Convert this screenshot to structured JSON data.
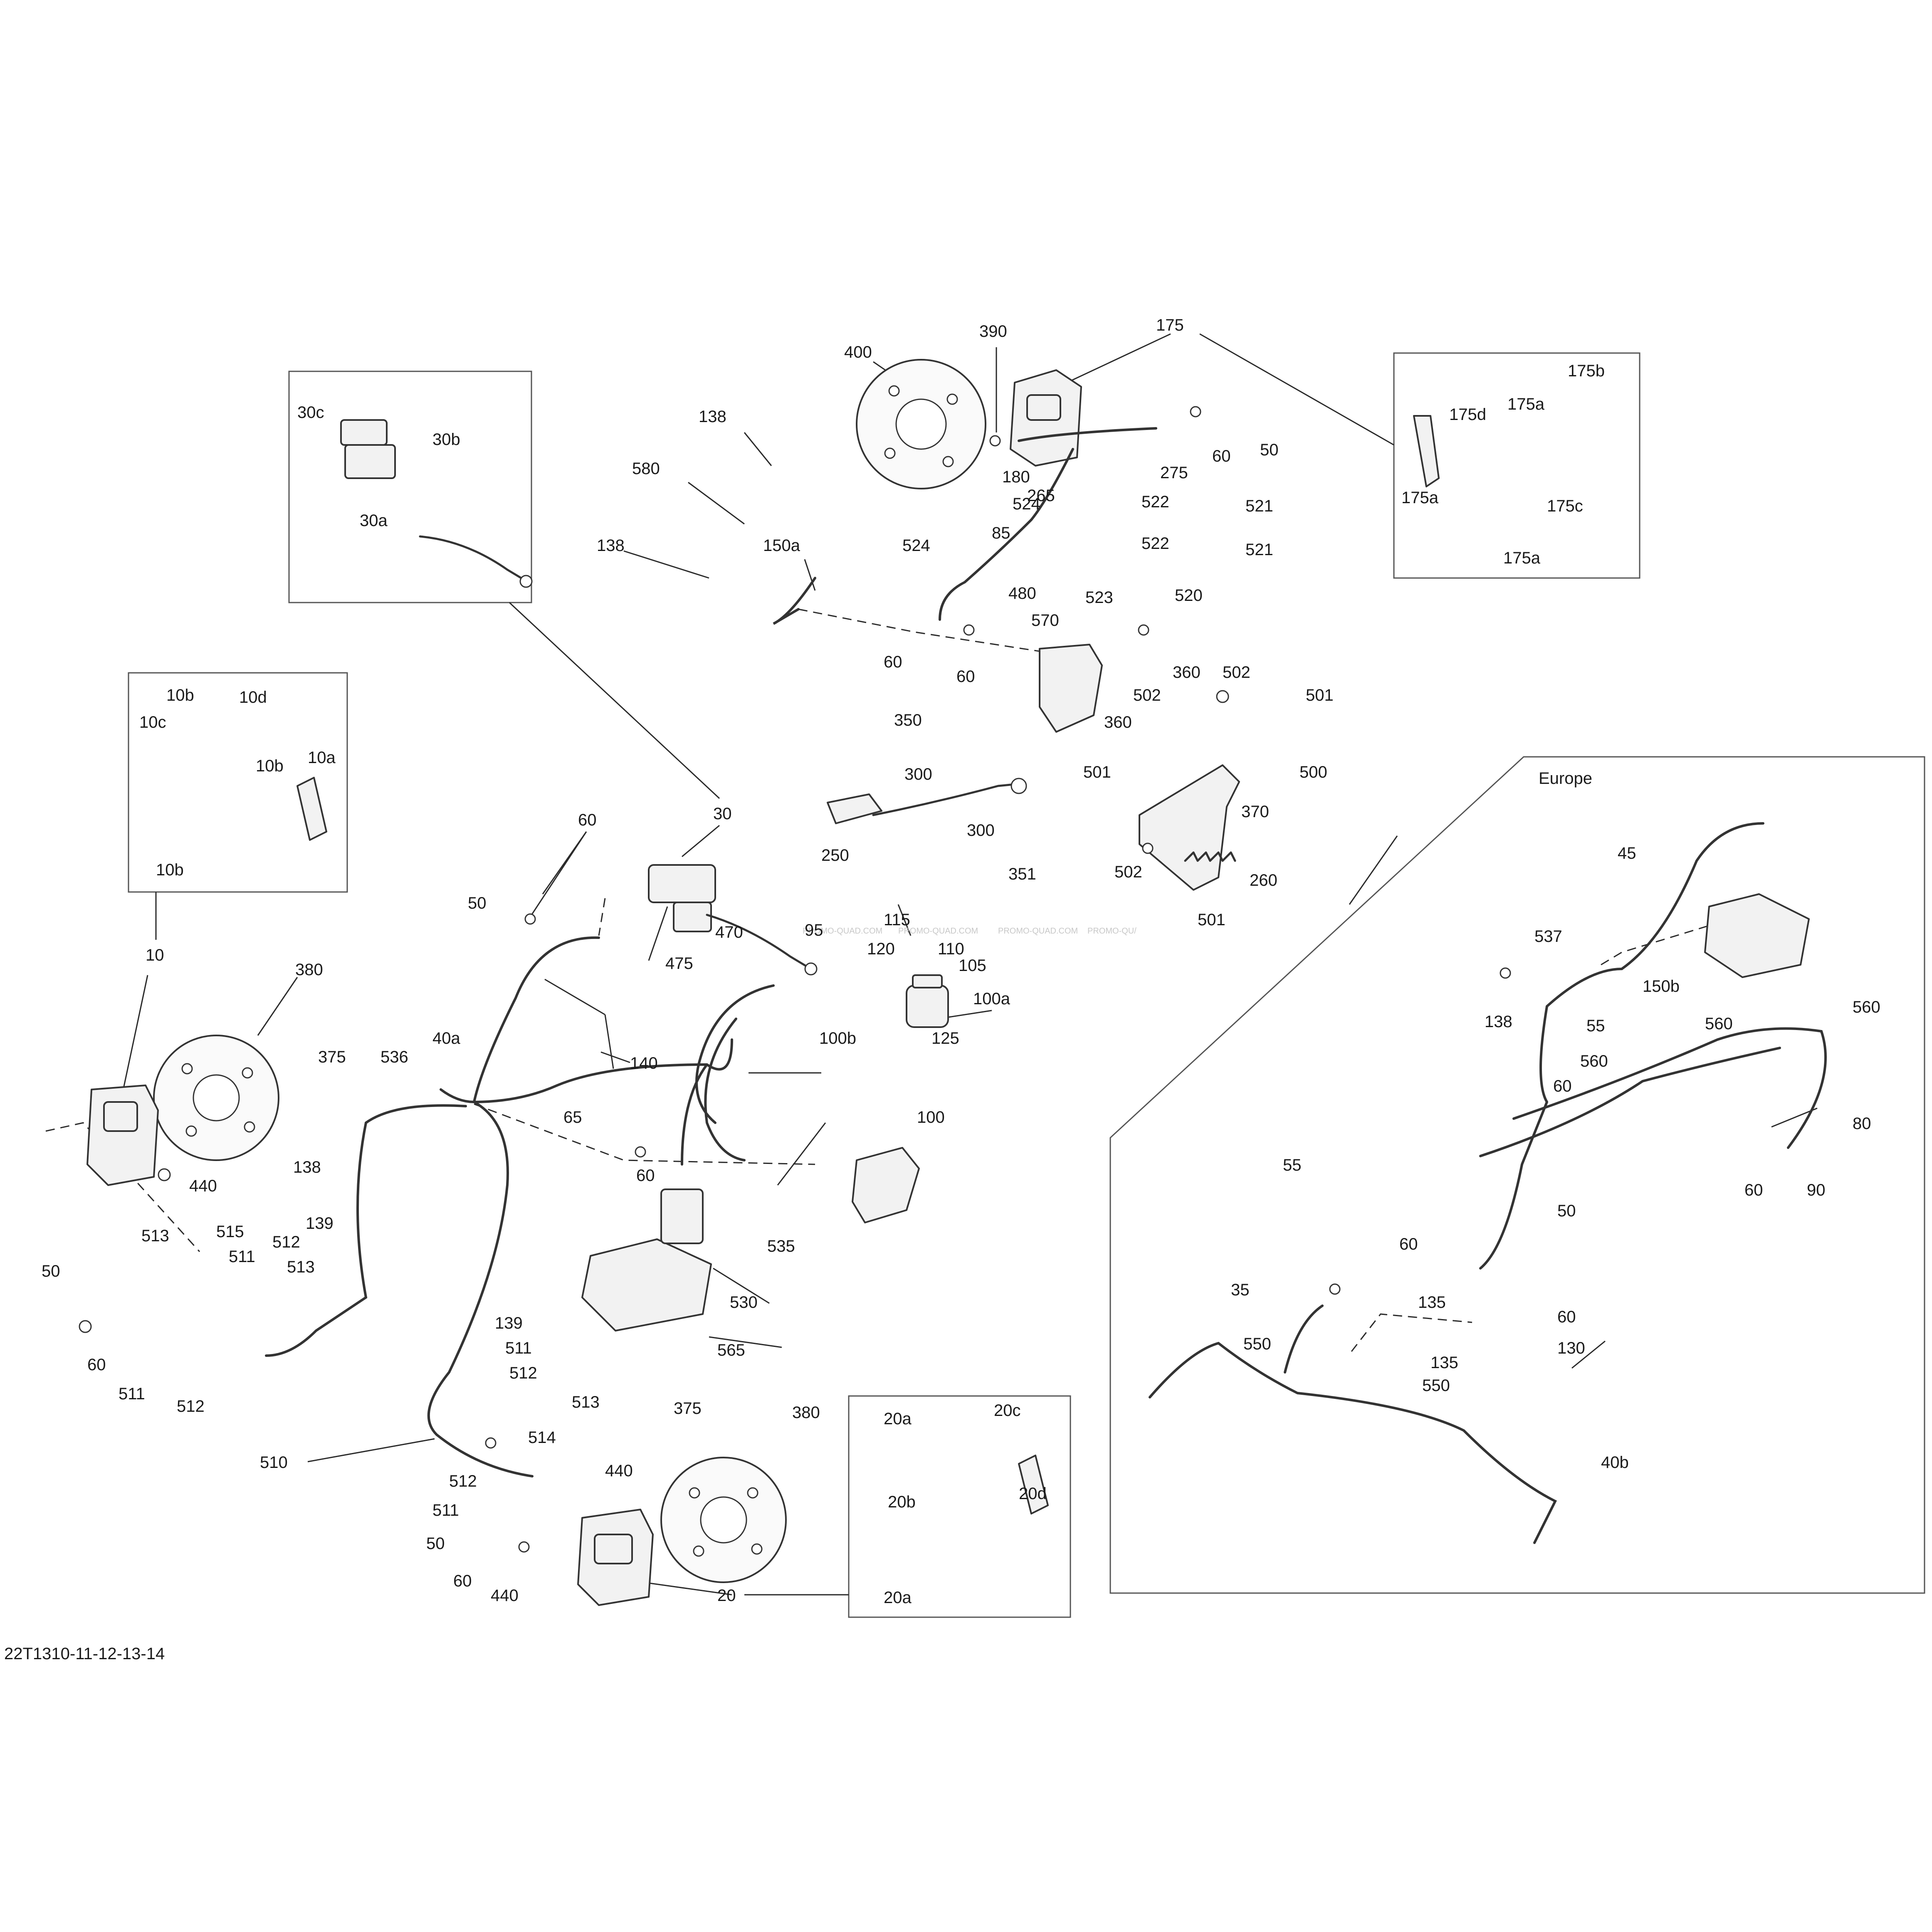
{
  "diagram_id": "22T1310-11-12-13-14",
  "region_label": "Europe",
  "watermarks": [
    "PROMO-QUAD.COM",
    "PROMO-QUAD.COM",
    "PROMO-QUAD.COM",
    "PROMO-QU/"
  ],
  "labels": {
    "l175": "175",
    "l390": "390",
    "l400": "400",
    "l50_top": "50",
    "l60_top": "60",
    "l275": "275",
    "l180": "180",
    "l265": "265",
    "l521_a": "521",
    "l522_a": "522",
    "l522_b": "522",
    "l521_b": "521",
    "l524_a": "524",
    "l85": "85",
    "l524_b": "524",
    "l480": "480",
    "l570": "570",
    "l523": "523",
    "l520": "520",
    "l60_b": "60",
    "l60_c": "60",
    "l138_a": "138",
    "l580": "580",
    "l138_b": "138",
    "l150a": "150a",
    "l30c": "30c",
    "l30b": "30b",
    "l30a": "30a",
    "l175b": "175b",
    "l175d": "175d",
    "l175a_1": "175a",
    "l175a_2": "175a",
    "l175c": "175c",
    "l175a_3": "175a",
    "l10b_1": "10b",
    "l10d": "10d",
    "l10c": "10c",
    "l10b_2": "10b",
    "l10a": "10a",
    "l10b_3": "10b",
    "l10": "10",
    "l360_a": "360",
    "l502_a": "502",
    "l502_b": "502",
    "l501_a": "501",
    "l360_b": "360",
    "l500": "500",
    "l501_b": "501",
    "l370": "370",
    "l502_c": "502",
    "l260": "260",
    "l501_c": "501",
    "l350": "350",
    "l300_a": "300",
    "l300_b": "300",
    "l351": "351",
    "l250": "250",
    "l60_d": "60",
    "l30": "30",
    "l50_b": "50",
    "l115": "115",
    "l120": "120",
    "l110": "110",
    "l105": "105",
    "l100a": "100a",
    "l125": "125",
    "l470": "470",
    "l95": "95",
    "l475": "475",
    "l100b": "100b",
    "l100": "100",
    "l140": "140",
    "l65": "65",
    "l60_e": "60",
    "l380_a": "380",
    "l375_a": "375",
    "l536": "536",
    "l40a": "40a",
    "l138_c": "138",
    "l440_a": "440",
    "l513_a": "513",
    "l515": "515",
    "l512_a": "512",
    "l139_a": "139",
    "l511_a": "511",
    "l513_b": "513",
    "l50_c": "50",
    "l60_f": "60",
    "l511_b": "511",
    "l512_b": "512",
    "l510": "510",
    "l535": "535",
    "l530": "530",
    "l565": "565",
    "l139_b": "139",
    "l511_c": "511",
    "l512_c": "512",
    "l513_c": "513",
    "l514": "514",
    "l512_d": "512",
    "l511_d": "511",
    "l50_d": "50",
    "l60_g": "60",
    "l440_b": "440",
    "l440_c": "440",
    "l375_b": "375",
    "l380_b": "380",
    "l20": "20",
    "l20a_1": "20a",
    "l20c": "20c",
    "l20b": "20b",
    "l20d": "20d",
    "l20a_2": "20a",
    "l45": "45",
    "l537": "537",
    "l150b": "150b",
    "l560_a": "560",
    "l560_b": "560",
    "l560_c": "560",
    "l138_d": "138",
    "l55_a": "55",
    "l60_h": "60",
    "l80": "80",
    "l60_i": "60",
    "l90": "90",
    "l55_b": "55",
    "l60_j": "60",
    "l50_e": "50",
    "l35": "35",
    "l135_a": "135",
    "l60_k": "60",
    "l550_a": "550",
    "l135_b": "135",
    "l130": "130",
    "l550_b": "550",
    "l40b": "40b"
  },
  "icons": [
    "brake-disc-icon",
    "brake-caliper-icon",
    "master-cylinder-icon",
    "brake-lever-icon",
    "brake-pedal-icon",
    "brake-hose-icon",
    "abs-module-icon",
    "fluid-reservoir-icon",
    "brake-pad-icon",
    "bracket-icon",
    "spring-icon",
    "bolt-icon"
  ]
}
